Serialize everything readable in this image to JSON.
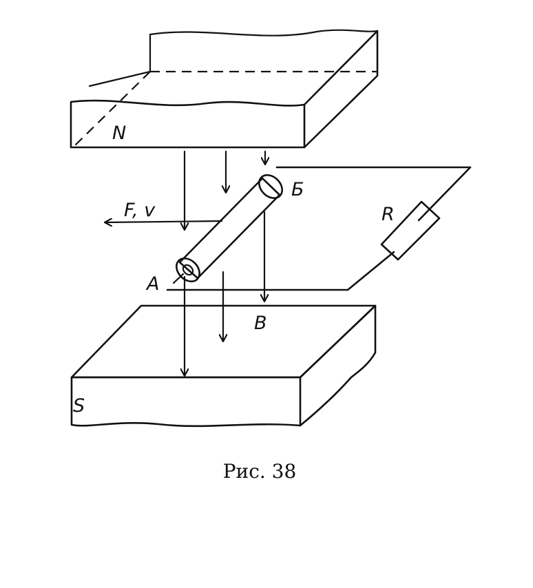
{
  "labels": {
    "north_pole": "N",
    "south_pole": "S",
    "force_velocity": "F, v",
    "resistor": "R",
    "end_a": "A",
    "end_b": "Б",
    "field": "B"
  },
  "caption": "Рис. 38"
}
